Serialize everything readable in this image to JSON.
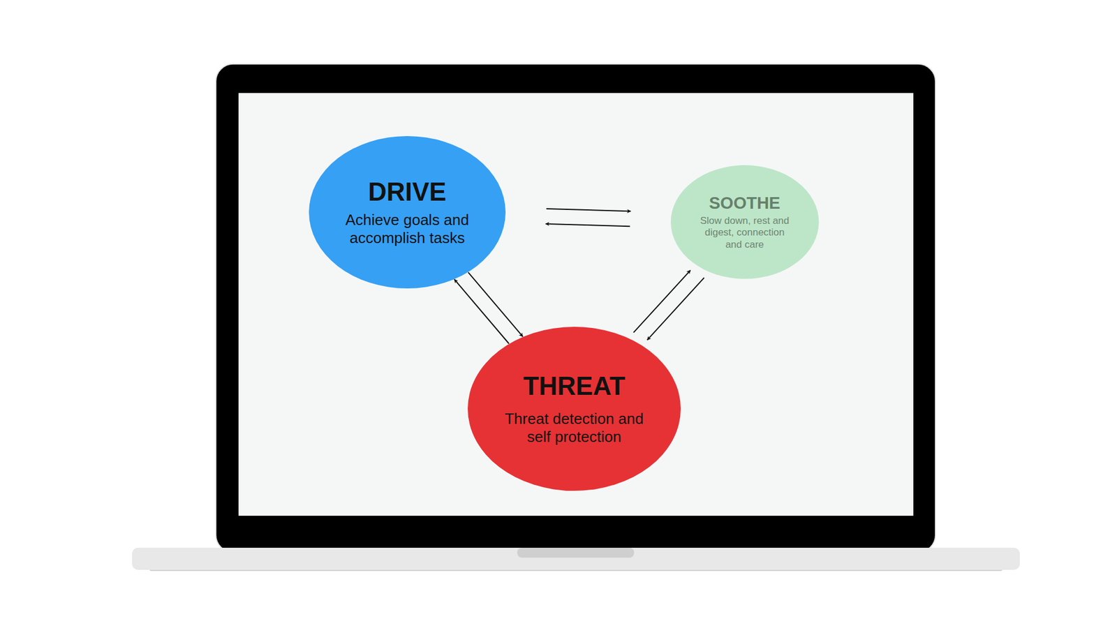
{
  "diagram": {
    "nodes": [
      {
        "text": [
          "DRIVE",
          "Achieve goals and accomplish tasks"
        ]
      },
      {
        "text": [
          "SOOTHE",
          "Slow down, rest and digest, connection and care"
        ]
      },
      {
        "text": [
          "THREAT",
          "Threat detection and self protection"
        ]
      }
    ],
    "edges": [
      {
        "from": 0,
        "to": 1,
        "arrow": "to"
      },
      {
        "from": 1,
        "to": 0,
        "arrow": "to"
      },
      {
        "from": 0,
        "to": 2,
        "arrow": "to"
      },
      {
        "from": 2,
        "to": 0,
        "arrow": "to"
      },
      {
        "from": 2,
        "to": 1,
        "arrow": "to"
      },
      {
        "from": 1,
        "to": 2,
        "arrow": "to"
      }
    ]
  }
}
